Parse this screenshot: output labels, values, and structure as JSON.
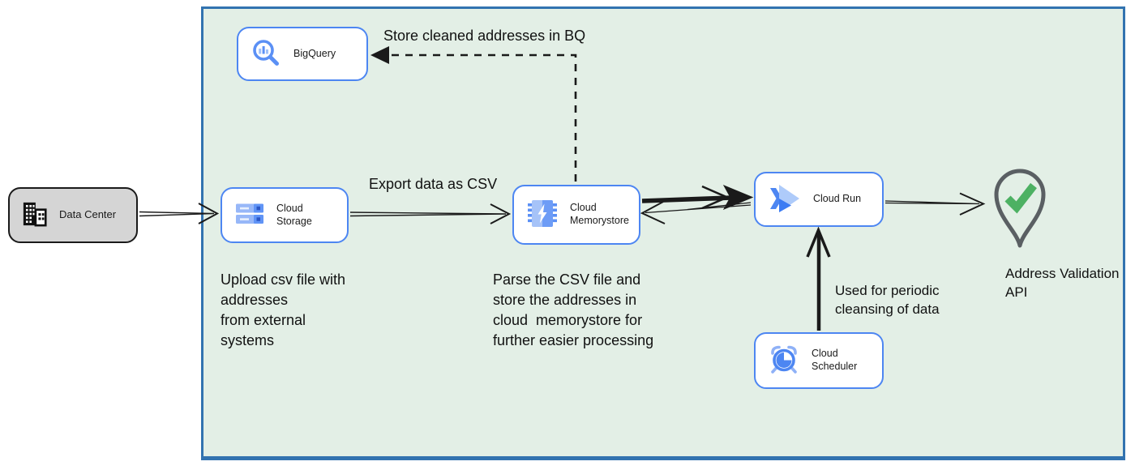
{
  "nodes": {
    "data_center": {
      "label": "Data Center"
    },
    "bigquery": {
      "label": "BigQuery"
    },
    "cloud_storage": {
      "label": "Cloud Storage"
    },
    "cloud_memorystore": {
      "label": "Cloud Memorystore"
    },
    "cloud_run": {
      "label": "Cloud Run"
    },
    "cloud_scheduler": {
      "label": "Cloud Scheduler"
    },
    "address_validation_api": {
      "label": "Address Validation API"
    }
  },
  "edge_labels": {
    "store_cleaned": "Store cleaned addresses in BQ",
    "export_csv": "Export data as CSV",
    "periodic_cleansing": "Used for periodic\ncleansing of data"
  },
  "notes": {
    "upload_note": "Upload csv file with\naddresses\nfrom external\nsystems",
    "parse_note": "Parse the CSV file and\nstore the addresses in\ncloud  memorystore for\nfurther easier processing"
  },
  "colors": {
    "boundary_bg": "#e3efe6",
    "boundary_border": "#3273b0",
    "node_border_blue": "#4d86f2",
    "datacenter_bg": "#d5d5d5",
    "datacenter_border": "#1a1a1a",
    "icon_blue": "#4d86f2",
    "icon_light_blue": "#aecbfa",
    "pin_gray": "#5a5f63",
    "check_green": "#4db163",
    "arrow_black": "#1a1a1a"
  }
}
